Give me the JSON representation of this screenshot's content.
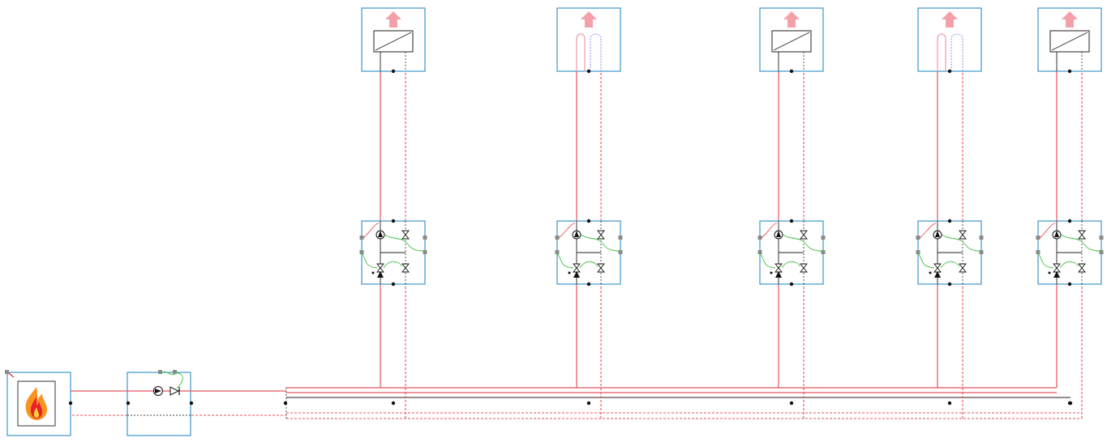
{
  "diagram": {
    "heat_source": {
      "type": "boiler",
      "icon": "flame-icon"
    },
    "pump_group": {
      "type": "pump-with-check-valve",
      "icons": [
        "pump-icon",
        "check-valve-icon"
      ]
    },
    "circuits": [
      {
        "emitter": "radiator",
        "emitter_icon": "radiator-icon",
        "regulator_icon": "mixing-valve-group-icon"
      },
      {
        "emitter": "underfloor-loop",
        "emitter_icon": "floor-loop-icon",
        "regulator_icon": "mixing-valve-group-icon"
      },
      {
        "emitter": "radiator",
        "emitter_icon": "radiator-icon",
        "regulator_icon": "mixing-valve-group-icon"
      },
      {
        "emitter": "underfloor-loop",
        "emitter_icon": "floor-loop-icon",
        "regulator_icon": "mixing-valve-group-icon"
      },
      {
        "emitter": "radiator",
        "emitter_icon": "radiator-icon",
        "regulator_icon": "mixing-valve-group-icon"
      }
    ],
    "colors": {
      "supply": "#e8535a",
      "return": "#e8535a",
      "frame": "#4a9fd0",
      "heat_arrow": "#f4a0a8",
      "loop_hot": "#f2a0b4",
      "loop_cold": "#a8a0f0",
      "control": "#40c040",
      "port": "#8a8a8a"
    }
  }
}
